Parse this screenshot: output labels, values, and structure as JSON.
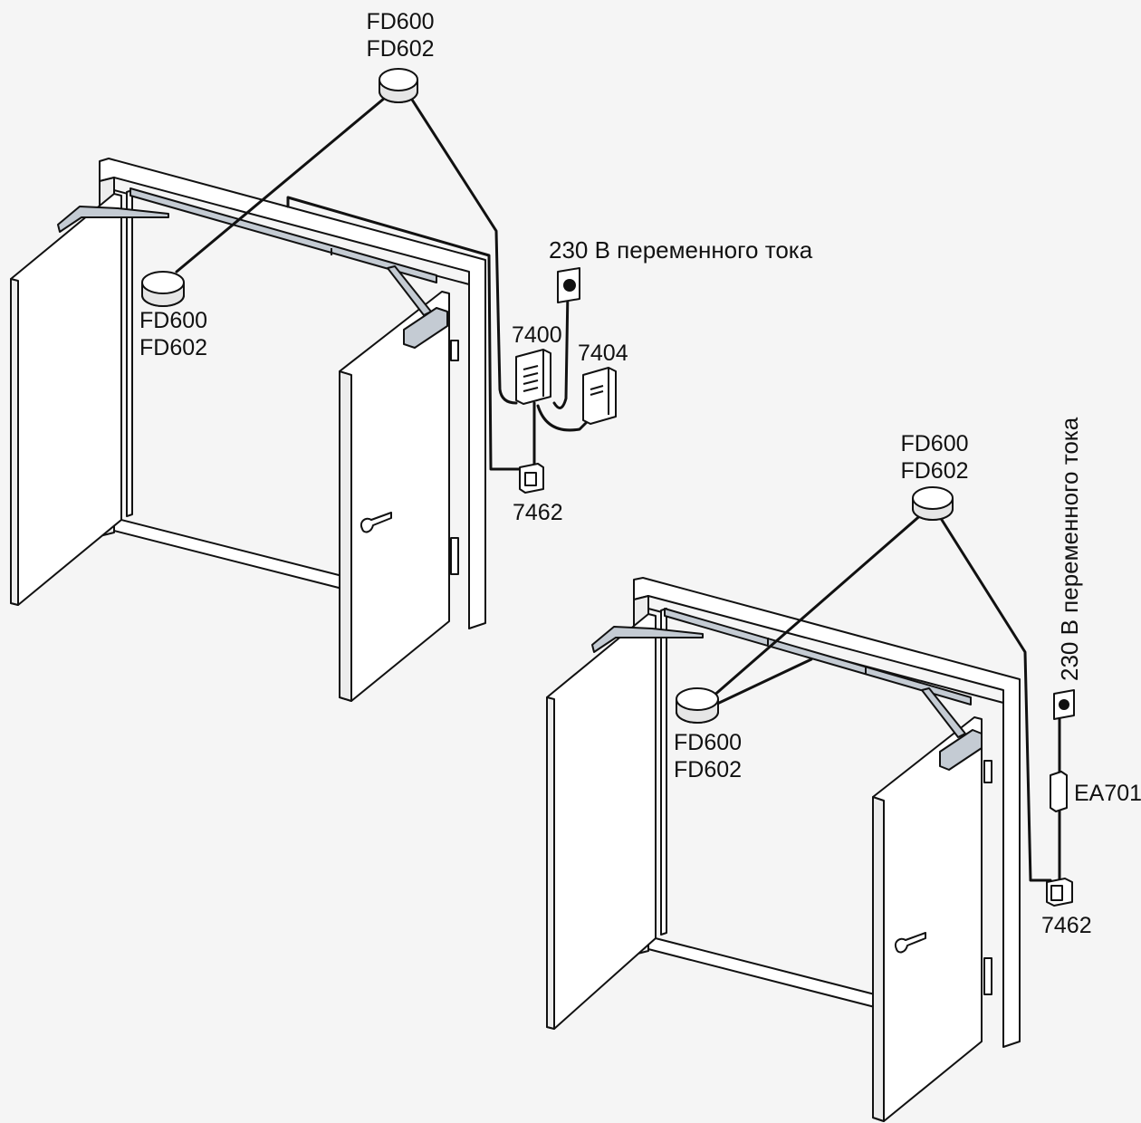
{
  "colors": {
    "background": "#f5f5f5",
    "door_panel": "#ffffff",
    "door_edge": "#ececec",
    "rail": "#c4cbd3",
    "outline": "#111111"
  },
  "diagram_a": {
    "detector_top": {
      "label_1": "FD600",
      "label_2": "FD602"
    },
    "detector_ceiling": {
      "label_1": "FD600",
      "label_2": "FD602"
    },
    "power_socket": {
      "label": "230 В переменного тока"
    },
    "control_unit": {
      "label": "7400"
    },
    "power_supply": {
      "label": "7404"
    },
    "release_button": {
      "label": "7462"
    }
  },
  "diagram_b": {
    "detector_top": {
      "label_1": "FD600",
      "label_2": "FD602"
    },
    "detector_ceiling": {
      "label_1": "FD600",
      "label_2": "FD602"
    },
    "power_socket": {
      "label": "230 В переменного тока"
    },
    "ea_module": {
      "label": "EA701"
    },
    "release_button": {
      "label": "7462"
    }
  }
}
